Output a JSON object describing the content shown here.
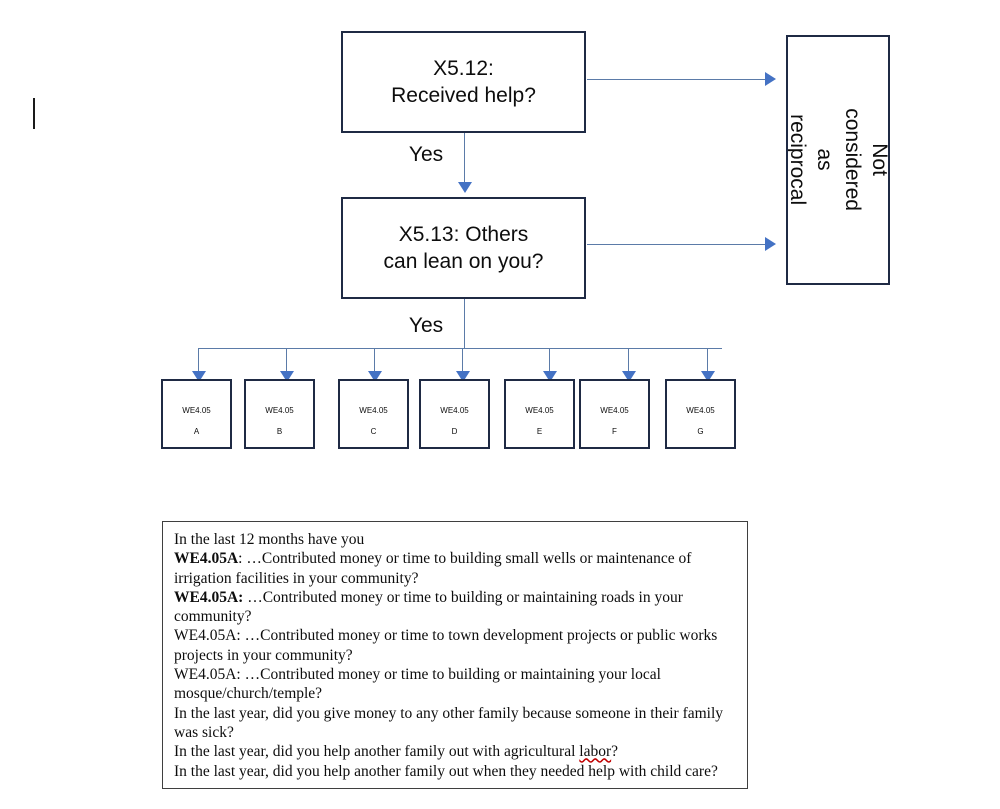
{
  "flowchart": {
    "nodes": [
      {
        "id": "x512",
        "label": "X5.12:\nReceived help?"
      },
      {
        "id": "x513",
        "label": "X5.13: Others\ncan lean on you?"
      }
    ],
    "side_node": {
      "id": "not-reciprocal",
      "label": "Not considered\nas reciprocal"
    },
    "branch_labels": [
      {
        "id": "yes-1",
        "text": "Yes"
      },
      {
        "id": "yes-2",
        "text": "Yes"
      }
    ],
    "leaf_boxes": [
      {
        "code": "WE4.05",
        "letter": "A"
      },
      {
        "code": "WE4.05",
        "letter": "B"
      },
      {
        "code": "WE4.05",
        "letter": "C"
      },
      {
        "code": "WE4.05",
        "letter": "D"
      },
      {
        "code": "WE4.05",
        "letter": "E"
      },
      {
        "code": "WE4.05",
        "letter": "F"
      },
      {
        "code": "WE4.05",
        "letter": "G"
      }
    ]
  },
  "question_panel": {
    "intro": "In the last 12 months have you",
    "items": [
      {
        "code": "WE4.05A",
        "code_bold": true,
        "separator": ": ",
        "text": "…Contributed money or time to building small wells or maintenance of irrigation facilities in your community?"
      },
      {
        "code": "WE4.05A:",
        "code_bold": true,
        "separator": " ",
        "text": "…Contributed money or time to building or maintaining roads in your community?"
      },
      {
        "code": "WE4.05A:",
        "code_bold": false,
        "separator": " ",
        "text": "…Contributed money or time to town development projects or public works projects in your community?"
      },
      {
        "code": "WE4.05A:",
        "code_bold": false,
        "separator": " ",
        "text": "…Contributed money or time to building or maintaining your local mosque/church/temple?"
      },
      {
        "code": "",
        "code_bold": false,
        "separator": "",
        "text": "In the last year, did you give money to any other family because someone in their family was sick?"
      },
      {
        "code": "",
        "code_bold": false,
        "separator": "",
        "text_before": "In the last year, did you help another family out with agricultural ",
        "text_misspelled": "labor",
        "text_after": "?"
      },
      {
        "code": "",
        "code_bold": false,
        "separator": "",
        "text": "In the last year, did you help another family out when they needed help with child care?"
      }
    ]
  },
  "colors": {
    "connector": "#4472C4",
    "connector_line": "#5B7BA8",
    "box_border": "#1F2A44",
    "panel_border": "#3f3f3f",
    "spellcheck": "#C00000",
    "background": "#ffffff"
  }
}
